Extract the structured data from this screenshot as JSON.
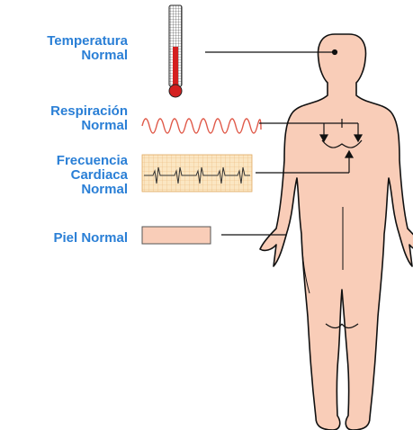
{
  "labels": {
    "temperature": {
      "line1": "Temperatura",
      "line2": "Normal"
    },
    "respiration": {
      "line1": "Respiración",
      "line2": "Normal"
    },
    "heart_rate": {
      "line1": "Frecuencia",
      "line2": "Cardiaca",
      "line3": "Normal"
    },
    "skin": {
      "line1": "Piel Normal"
    }
  },
  "colors": {
    "label_text": "#2a7fd6",
    "skin_fill": "#f9cdb8",
    "outline": "#111111",
    "mercury": "#d42020",
    "wave": "#e05a4a",
    "ecg_grid_bg": "#fbe6c2"
  },
  "icons": [
    "thermometer-icon",
    "breathing-wave-icon",
    "ecg-strip-icon",
    "skin-swatch-icon",
    "human-body-figure"
  ]
}
